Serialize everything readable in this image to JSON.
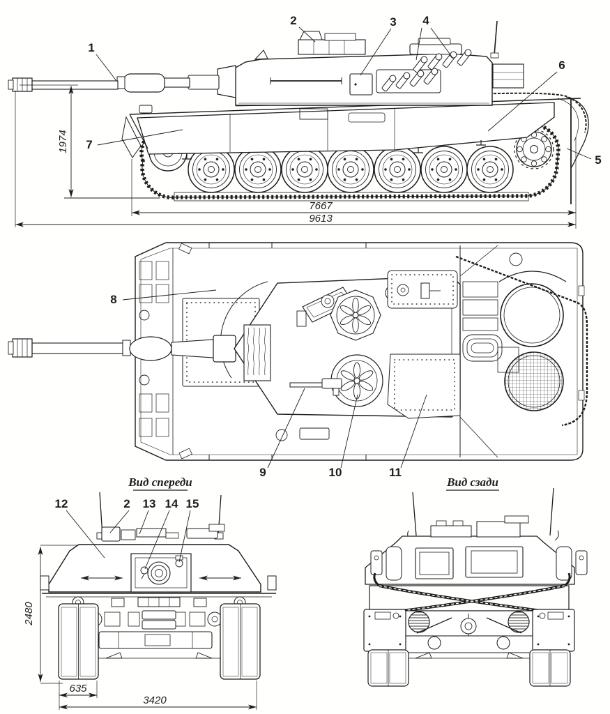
{
  "colors": {
    "ink": "#1d1d1b",
    "paper": "#ffffff"
  },
  "side_view": {
    "callouts": {
      "c1": "1",
      "c2": "2",
      "c3": "3",
      "c4": "4",
      "c5": "5",
      "c6": "6",
      "c7": "7"
    },
    "dims": {
      "fire_line_height": "1974",
      "chassis_length": "7667",
      "overall_length": "9613"
    }
  },
  "top_view": {
    "callouts": {
      "c8": "8",
      "c9": "9",
      "c10": "10",
      "c11": "11"
    }
  },
  "front_view": {
    "title": "Вид спереди",
    "callouts": {
      "c12": "12",
      "c2": "2",
      "c13": "13",
      "c14": "14",
      "c15": "15"
    },
    "dims": {
      "overall_height": "2480",
      "track_width": "635",
      "overall_width": "3420"
    }
  },
  "rear_view": {
    "title": "Вид сзади"
  }
}
